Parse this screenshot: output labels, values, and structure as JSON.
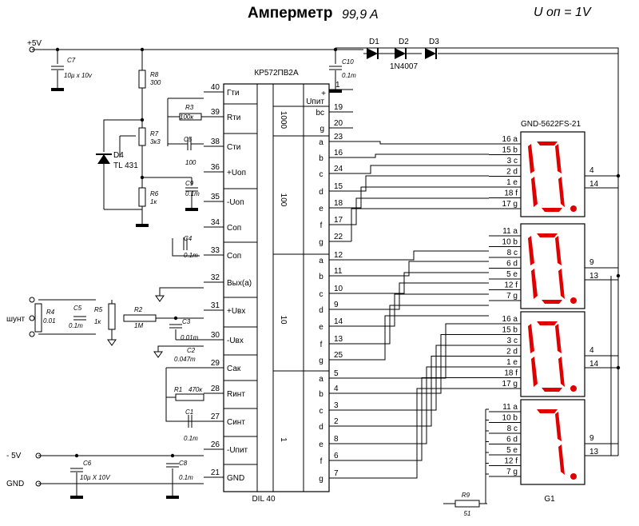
{
  "title": {
    "main": "Амперметр",
    "range": "99,9 A",
    "uref": "U оп = 1V"
  },
  "ic": {
    "name": "КР572ПВ2А",
    "package": "DIL 40",
    "left_pins": [
      {
        "num": "40",
        "label": "Гти"
      },
      {
        "num": "39",
        "label": "Rти"
      },
      {
        "num": "38",
        "label": "Сти"
      },
      {
        "num": "36",
        "label": "+Uоп"
      },
      {
        "num": "35",
        "label": "-Uоп"
      },
      {
        "num": "34",
        "label": "Соп"
      },
      {
        "num": "33",
        "label": "Соп"
      },
      {
        "num": "32",
        "label": "Вых(а)"
      },
      {
        "num": "31",
        "label": "+Uвх"
      },
      {
        "num": "30",
        "label": "-Uвх"
      },
      {
        "num": "29",
        "label": "Сак"
      },
      {
        "num": "28",
        "label": "Rинт"
      },
      {
        "num": "27",
        "label": "Синт"
      },
      {
        "num": "26",
        "label": "-Uпит"
      },
      {
        "num": "21",
        "label": "GND"
      }
    ],
    "right_top": [
      {
        "num": "1",
        "label": "+ Uпит"
      },
      {
        "num": "19",
        "label": "bc"
      },
      {
        "num": "20",
        "label": "g"
      }
    ],
    "group_labels": [
      "1000",
      "100",
      "10",
      "1"
    ],
    "digit_groups": [
      {
        "pins": [
          "23",
          "16",
          "24",
          "15",
          "18",
          "17",
          "22"
        ]
      },
      {
        "pins": [
          "12",
          "11",
          "10",
          "9",
          "14",
          "13",
          "25"
        ]
      },
      {
        "pins": [
          "5",
          "4",
          "3",
          "2",
          "8",
          "6",
          "7"
        ]
      }
    ],
    "segment_letters": [
      "a",
      "b",
      "c",
      "d",
      "e",
      "f",
      "g"
    ]
  },
  "display": {
    "name": "GND-5622FS-21",
    "ref": "G1",
    "color": "#e00000",
    "digit_rows": [
      [
        "16 a",
        "15 b",
        "3 c",
        "2 d",
        "1 e",
        "18 f",
        "17 g"
      ],
      [
        "11 a",
        "10 b",
        "8 c",
        "6 d",
        "5 e",
        "12 f",
        "7 g"
      ],
      [
        "16 a",
        "15 b",
        "3 c",
        "2 d",
        "1 e",
        "18 f",
        "17 g"
      ],
      [
        "11 a",
        "10 b",
        "8 c",
        "6 d",
        "5 e",
        "12 f",
        "7 g"
      ]
    ],
    "common_pins": [
      [
        "4",
        "14"
      ],
      [
        "9",
        "13"
      ],
      [
        "4",
        "14"
      ],
      [
        "9",
        "13"
      ]
    ],
    "shown_digits": [
      "0.",
      "0.",
      "0.",
      "7."
    ]
  },
  "components": {
    "power_plus": "+5V",
    "power_minus": "- 5V",
    "gnd": "GND",
    "shunt": "шунт",
    "C7": {
      "ref": "C7",
      "value": "10µ x 10v"
    },
    "C10": {
      "ref": "C10",
      "value": "0.1m"
    },
    "C6": {
      "ref": "C6",
      "value": "10µ X 10V"
    },
    "C8": {
      "ref": "C8",
      "value": "0.1m"
    },
    "R8": {
      "ref": "R8",
      "value": "300"
    },
    "R7": {
      "ref": "R7",
      "value": "3к3"
    },
    "R6": {
      "ref": "R6",
      "value": "1к"
    },
    "R3": {
      "ref": "R3",
      "value": "100к"
    },
    "C5a": {
      "ref": "C5",
      "value": "100"
    },
    "C9": {
      "ref": "C9",
      "value": "0.1m"
    },
    "C4": {
      "ref": "C4",
      "value": "0.1m"
    },
    "D4": {
      "ref": "D4",
      "value": "TL 431"
    },
    "R4": {
      "ref": "R4",
      "value": "0.01"
    },
    "C5b": {
      "ref": "C5",
      "value": "0.1m"
    },
    "R5": {
      "ref": "R5",
      "value": "1к"
    },
    "R2": {
      "ref": "R2",
      "value": "1M"
    },
    "C3": {
      "ref": "C3",
      "value": "0.01m"
    },
    "C2": {
      "ref": "C2",
      "value": "0.047m"
    },
    "R1": {
      "ref": "R1",
      "value": "470к"
    },
    "C1": {
      "ref": "C1",
      "value": "0.1m"
    },
    "R9": {
      "ref": "R9",
      "value": "51"
    },
    "D1": "D1",
    "D2": "D2",
    "D3": "D3",
    "diode_type": "1N4007"
  }
}
